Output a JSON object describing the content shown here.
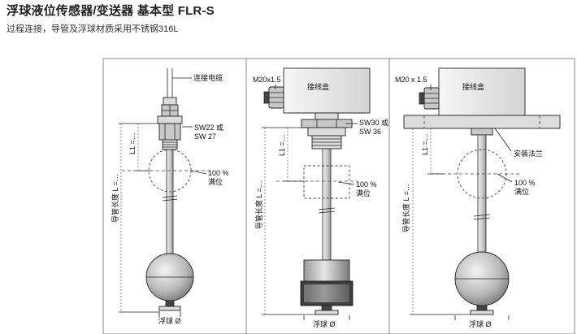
{
  "header": {
    "title": "浮球液位传感器/变送器 基本型 FLR-S",
    "subtitle": "过程连接，导管及浮球材质采用不锈钢316L"
  },
  "panel1": {
    "cable_label": "连接电缆",
    "wrench_line1": "SW22 或",
    "wrench_line2": "SW 27",
    "level_value": "100 %",
    "level_text": "满位",
    "l1_label": "L1 =…",
    "length_label": "导管长度 L =…",
    "float_label": "浮球 Ø"
  },
  "panel2": {
    "thread_label": "M20x1.5",
    "box_label": "接线盒",
    "wrench_line1": "SW30 或",
    "wrench_line2": "SW 36",
    "level_value": "100 %",
    "level_text": "满位",
    "l1_label": "L1 =…",
    "length_label": "导管长度 L =…",
    "float_label": "浮球 Ø"
  },
  "panel3": {
    "thread_label": "M20 x 1.5",
    "box_label": "接线盒",
    "flange_label": "安装法兰",
    "level_value": "100 %",
    "level_text": "满位",
    "l1_label": "L1 =…",
    "length_label": "导管长度 L =…",
    "float_label": "浮球 Ø"
  }
}
